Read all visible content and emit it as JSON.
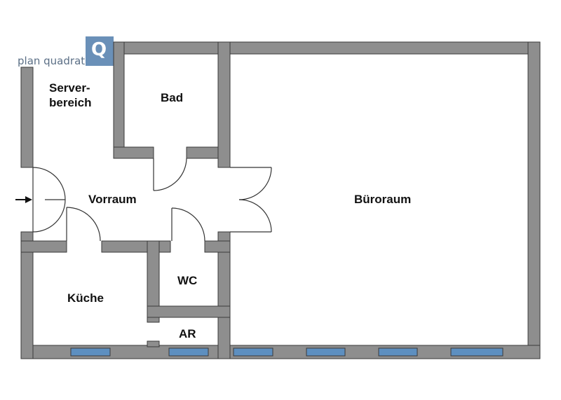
{
  "logo": {
    "text": "plan quadrat",
    "mark": "Q",
    "color": "#6a90b8"
  },
  "rooms": {
    "serverbereich": "Server-\nbereich",
    "bad": "Bad",
    "vorraum": "Vorraum",
    "bueroraum": "Büroraum",
    "wc": "WC",
    "kueche": "Küche",
    "ar": "AR"
  },
  "colors": {
    "wall": "#8e8e8e",
    "window": "#5d8fc0",
    "outline": "#3a3a3a"
  },
  "entrance": {
    "icon": "entrance-arrow-icon"
  }
}
